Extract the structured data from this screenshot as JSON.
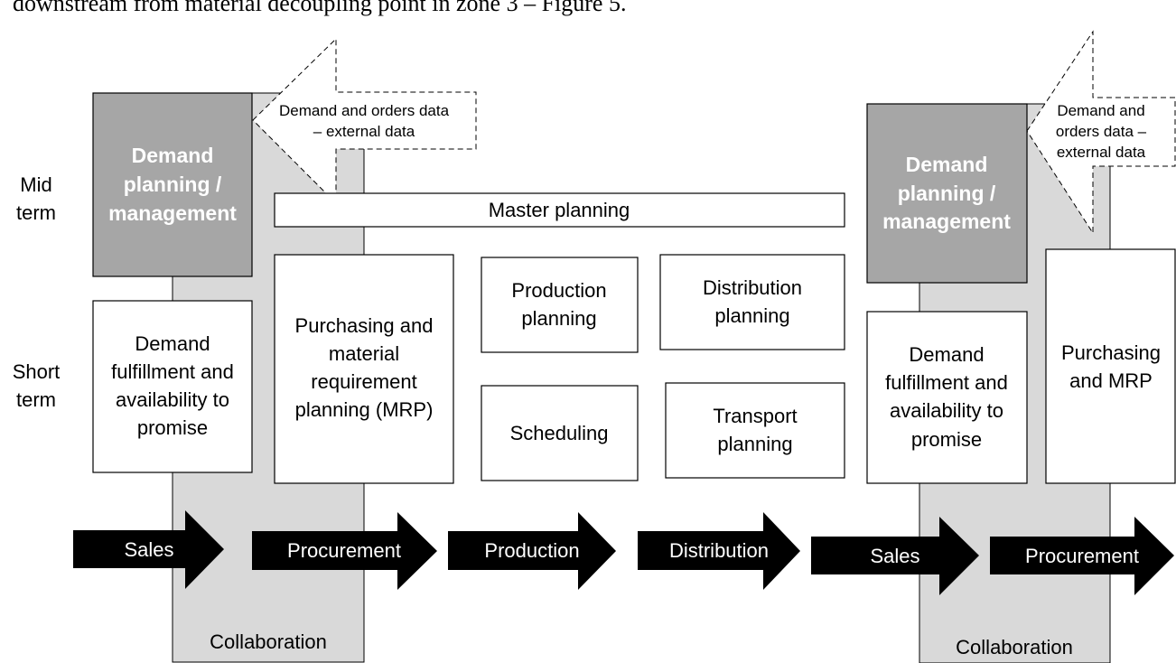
{
  "caption": "downstream from material decoupling point in zone 3 – Figure 5.",
  "row_labels": {
    "mid": [
      "Mid",
      "term"
    ],
    "short": [
      "Short",
      "term"
    ]
  },
  "left": {
    "callout": [
      "Demand and orders data",
      "– external data"
    ],
    "demand_planning": [
      "Demand",
      "planning /",
      "management"
    ],
    "demand_fulfillment": [
      "Demand",
      "fulfillment and",
      "availability to",
      "promise"
    ],
    "collaboration": "Collaboration"
  },
  "master_planning": "Master planning",
  "purchasing_mrp": [
    "Purchasing and",
    "material",
    "requirement",
    "planning (MRP)"
  ],
  "production_planning": [
    "Production",
    "planning"
  ],
  "distribution_planning": [
    "Distribution",
    "planning"
  ],
  "scheduling": "Scheduling",
  "transport_planning": [
    "Transport",
    "planning"
  ],
  "right": {
    "callout": [
      "Demand and",
      "orders data –",
      "external data"
    ],
    "demand_planning": [
      "Demand",
      "planning /",
      "management"
    ],
    "demand_fulfillment": [
      "Demand",
      "fulfillment and",
      "availability to",
      "promise"
    ],
    "purchasing_mrp": [
      "Purchasing",
      "and MRP"
    ],
    "collaboration": "Collaboration"
  },
  "flow_arrows": [
    "Sales",
    "Procurement",
    "Production",
    "Distribution",
    "Sales",
    "Procurement"
  ],
  "colors": {
    "dark_box": "#a6a6a6",
    "band": "#d9d9d9",
    "arrow": "#000000"
  }
}
